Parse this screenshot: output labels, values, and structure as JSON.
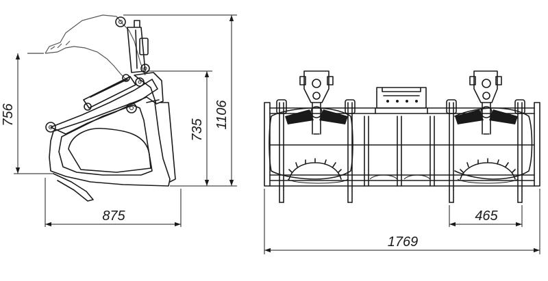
{
  "dimensions": {
    "height_outer": "1106",
    "height_bucket": "735",
    "height_side": "756",
    "width_depth": "875",
    "width_total": "1769",
    "width_grab": "465"
  },
  "colors": {
    "line": "#1a1a1a",
    "background": "#ffffff"
  }
}
